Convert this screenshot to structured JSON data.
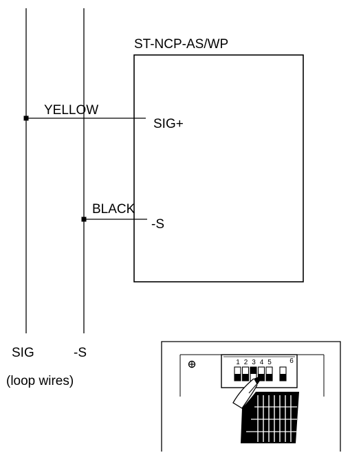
{
  "device": {
    "title": "ST-NCP-AS/WP"
  },
  "terminals": {
    "sig_plus": "SIG+",
    "minus_s": "-S"
  },
  "wires": {
    "yellow": "YELLOW",
    "black": "BLACK"
  },
  "loop": {
    "sig_label": "SIG",
    "minus_s_label": "-S",
    "caption": "(loop wires)"
  },
  "dip_switch": {
    "numbers": [
      "1",
      "2",
      "3",
      "4",
      "5",
      "6"
    ]
  },
  "colors": {
    "line": "#000000",
    "background": "#ffffff"
  }
}
